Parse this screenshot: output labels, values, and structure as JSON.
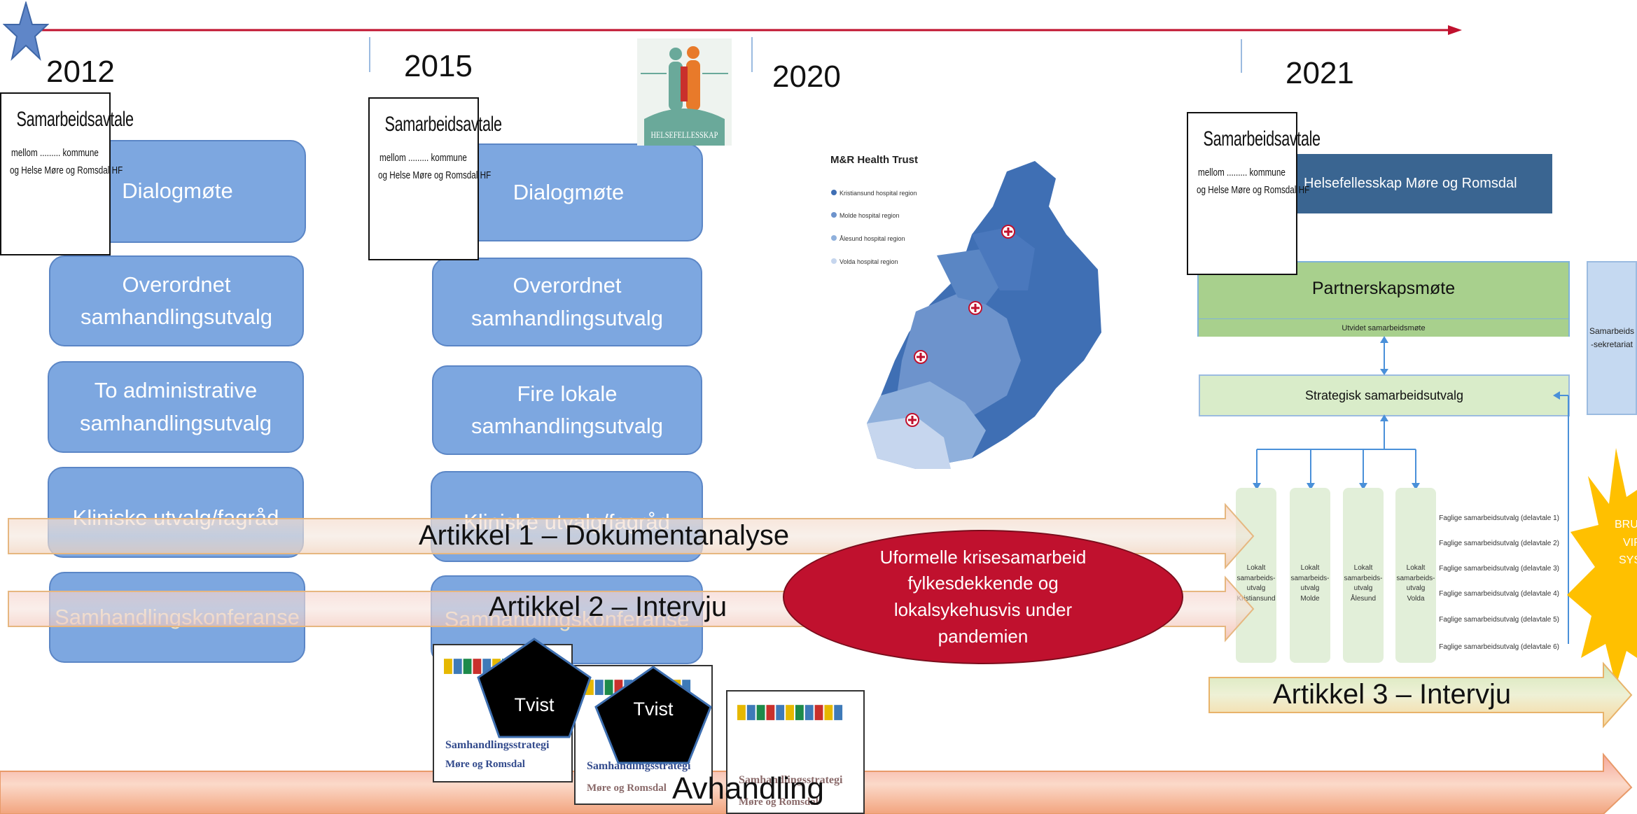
{
  "timeline": {
    "years": [
      "2012",
      "2015",
      "2020",
      "2021"
    ]
  },
  "agreement": {
    "title": "Samarbeidsavtale",
    "line1": "mellom ......... kommune",
    "line2": "og Helse Møre og Romsdal HF"
  },
  "col2012": {
    "boxes": [
      "Dialogmøte",
      "Overordnet samhandlingsutvalg",
      "To administrative samhandlingsutvalg",
      "Kliniske utvalg/fagråd",
      "Samhandlingskonferanse"
    ]
  },
  "col2015": {
    "boxes": [
      "Dialogmøte",
      "Overordnet samhandlingsutvalg",
      "Fire lokale samhandlingsutvalg",
      "Kliniske utvalg/fagråd",
      "Samhandlingskonferanse"
    ]
  },
  "helsefellesskap_logo": "HELSEFELLESSKAP",
  "map": {
    "title": "M&R Health Trust",
    "legend": [
      "Kristiansund hospital region",
      "Molde hospital region",
      "Ålesund hospital region",
      "Volda hospital region"
    ],
    "legend_colors": [
      "#3f6fb4",
      "#6d93cc",
      "#8fb0dc",
      "#c6d6ee"
    ]
  },
  "crisis": {
    "text": "Uformelle krisesamarbeid fylkesdekkende og lokalsykehusvis under pandemien",
    "color": "#c0112e"
  },
  "org2021": {
    "header": "Helsefellesskap Møre og Romsdal",
    "partner": "Partnerskapsmøte",
    "partner_sub": "Utvidet samarbeidsmøte",
    "secretariat": "Samarbeids-sekretariat",
    "strategic": "Strategisk samarbeidsutvalg",
    "locals": [
      {
        "l1": "Lokalt",
        "l2": "samarbeids-",
        "l3": "utvalg",
        "l4": "Kristiansund"
      },
      {
        "l1": "Lokalt",
        "l2": "samarbeids-",
        "l3": "utvalg",
        "l4": "Molde"
      },
      {
        "l1": "Lokalt",
        "l2": "samarbeids-",
        "l3": "utvalg",
        "l4": "Ålesund"
      },
      {
        "l1": "Lokalt",
        "l2": "samarbeids-",
        "l3": "utvalg",
        "l4": "Volda"
      }
    ],
    "faglige": [
      "Faglige samarbeidsutvalg (delavtale 1)",
      "Faglige samarbeidsutvalg (delavtale 2)",
      "Faglige samarbeidsutvalg (delavtale 3)",
      "Faglige samarbeidsutvalg (delavtale 4)",
      "Faglige samarbeidsutvalg (delavtale 5)",
      "Faglige samarbeidsutvalg (delavtale 6)"
    ],
    "burst_lines": [
      "BRUK",
      "VIR",
      "SYST"
    ]
  },
  "articles": {
    "a1": "Artikkel 1 – Dokumentanalyse",
    "a2": "Artikkel 2 – Intervju",
    "a3": "Artikkel 3  – Intervju",
    "thesis": "Avhandling"
  },
  "tvist": "Tvist",
  "strategy": {
    "line1": "Samhandlingsstrategi",
    "line2": "Møre og Romsdal"
  }
}
